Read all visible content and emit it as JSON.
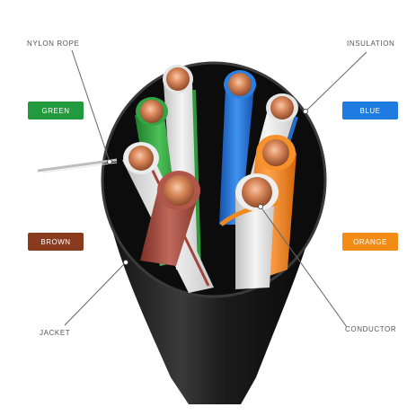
{
  "labels": {
    "nylon_rope": "NYLON ROPE",
    "insulation": "INSULATION",
    "jacket": "JACKET",
    "conductor": "CONDUCTOR"
  },
  "color_tags": [
    {
      "text": "GREEN",
      "color": "#239a3d"
    },
    {
      "text": "BROWN",
      "color": "#8a3b1e"
    },
    {
      "text": "BLUE",
      "color": "#1e7ce0"
    },
    {
      "text": "ORANGE",
      "color": "#f28c17"
    }
  ],
  "colors": {
    "jacket": "#1d1d1d",
    "copper": "#c87a4f",
    "white_insulation": "#e8e8e8",
    "green_insulation": "#2e9b3a",
    "blue_insulation": "#1f6fd1",
    "orange_insulation": "#f08a1f",
    "brown_insulation": "#a0463a",
    "leader_line": "#666666"
  }
}
